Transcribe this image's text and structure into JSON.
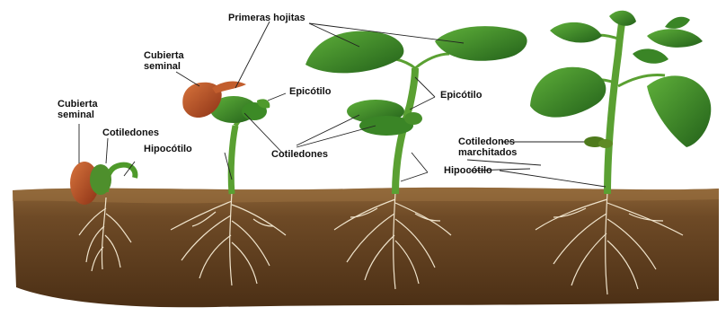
{
  "labels": {
    "primeras_hojitas": "Primeras hojitas",
    "cubierta_seminal_1": "Cubierta\nseminal",
    "cubierta_seminal_2": "Cubierta\nseminal",
    "cotiledones_1": "Cotiledones",
    "hipocotilo_1": "Hipocótilo",
    "epicotilo_1": "Epicótilo",
    "cotiledones_2": "Cotiledones",
    "epicotilo_2": "Epicótilo",
    "cotiledones_marchitados": "Cotiledones\nmarchitados",
    "hipocotilo_2": "Hipocótilo"
  },
  "colors": {
    "soil_dark": "#5a3a1c",
    "soil_light": "#8a6236",
    "leaf": "#3f8f2a",
    "leaf_dark": "#25621a",
    "stem": "#5a9a2e",
    "seed_coat": "#b5532a",
    "root": "#e8dcc4"
  }
}
